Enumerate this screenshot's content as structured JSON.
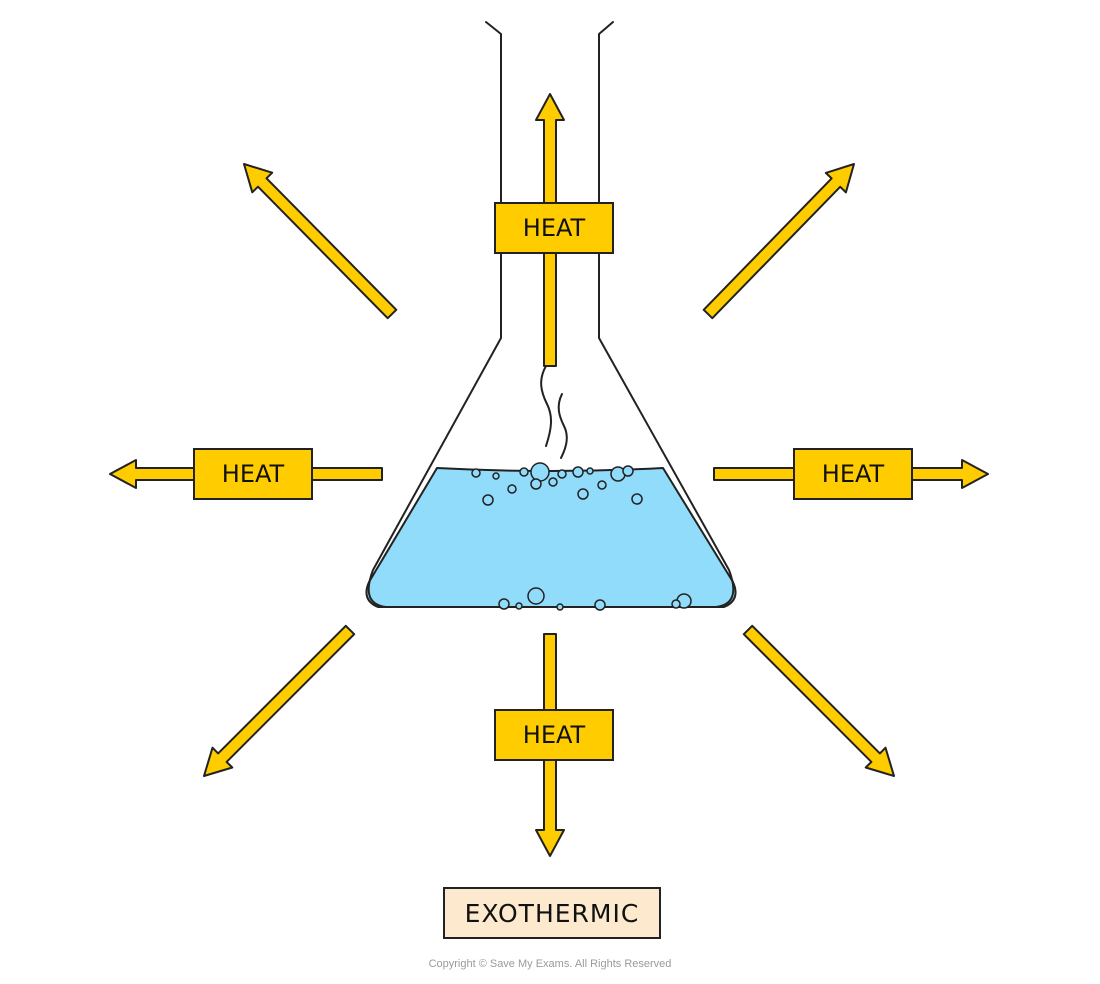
{
  "diagram": {
    "caption": "EXOTHERMIC",
    "heat_labels": [
      "HEAT",
      "HEAT",
      "HEAT",
      "HEAT"
    ],
    "copyright": "Copyright © Save My Exams. All Rights Reserved",
    "icons": [
      "conical-flask-icon",
      "steam-icon",
      "arrow-icon",
      "bubble-icon"
    ],
    "colors": {
      "arrow": "#FFCC00",
      "liquid": "#91DCFA",
      "caption_bg": "#FDE9CE",
      "outline": "#222222"
    }
  }
}
